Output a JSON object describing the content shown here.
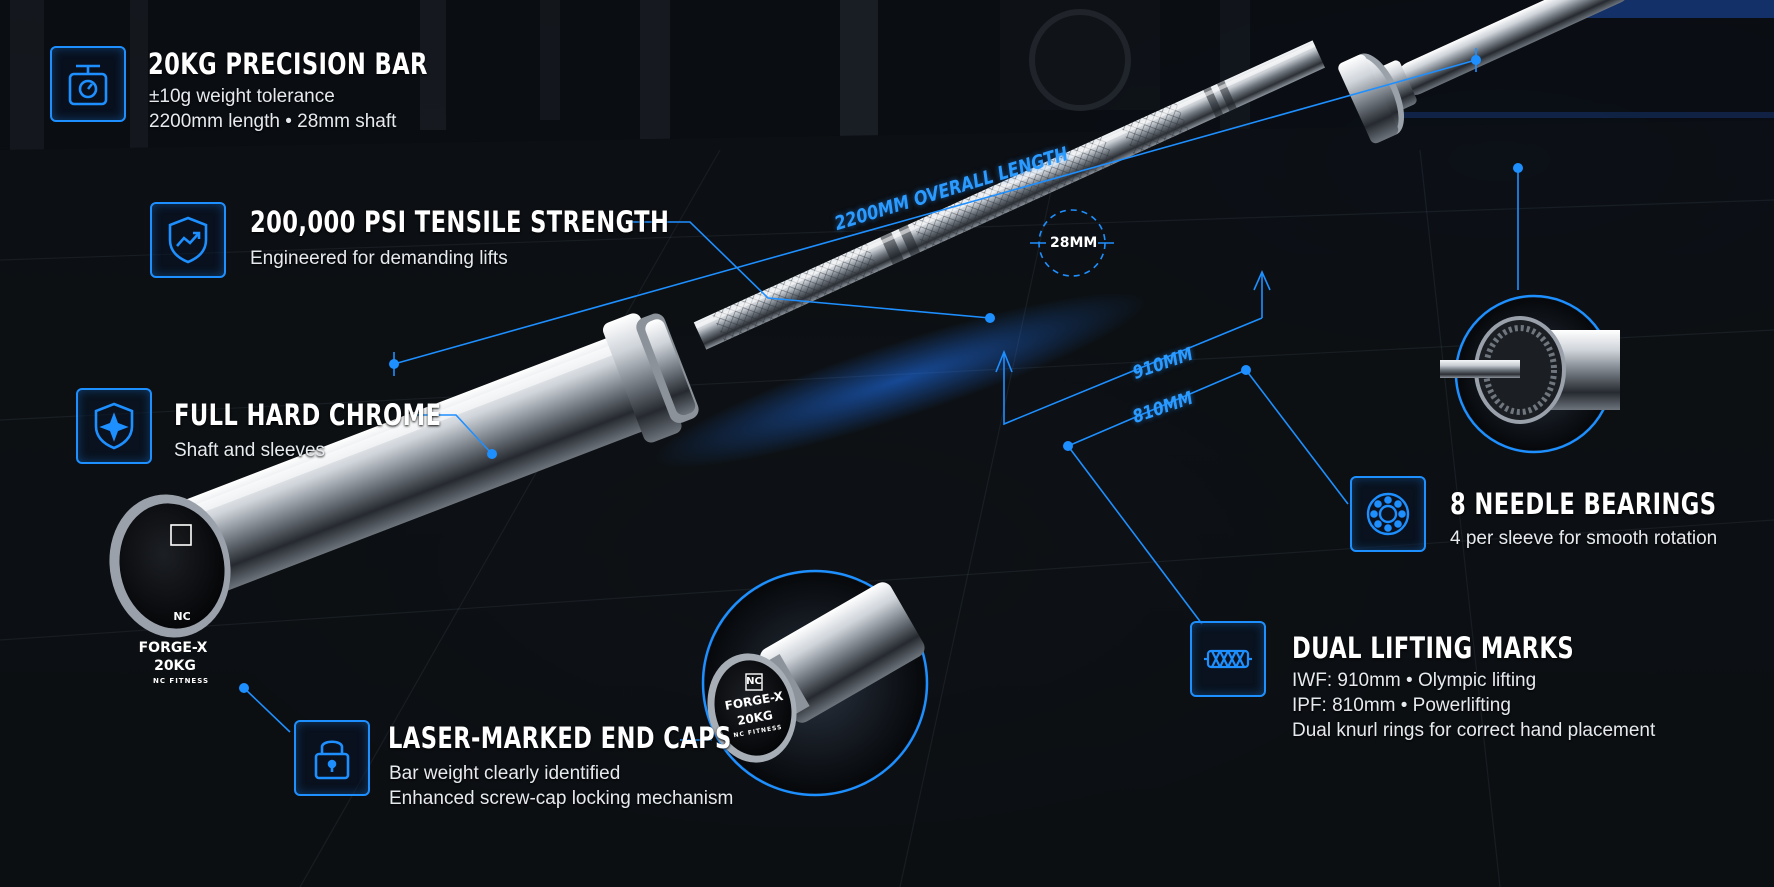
{
  "features": {
    "precision": {
      "title": "20KG PRECISION BAR",
      "lines": [
        "±10g weight tolerance",
        "2200mm length • 28mm shaft"
      ],
      "icon": "scale-icon"
    },
    "tensile": {
      "title": "200,000 PSI TENSILE STRENGTH",
      "lines": [
        "Engineered for demanding lifts"
      ],
      "icon": "shield-trend-icon"
    },
    "chrome": {
      "title": "FULL HARD CHROME",
      "lines": [
        "Shaft and sleeves"
      ],
      "icon": "shield-sparkle-icon"
    },
    "endcaps": {
      "title": "LASER-MARKED END CAPS",
      "lines": [
        "Bar weight clearly identified",
        "Enhanced screw-cap locking mechanism"
      ],
      "icon": "padlock-icon"
    },
    "bearings": {
      "title": "8 NEEDLE BEARINGS",
      "lines": [
        "4 per sleeve for smooth rotation"
      ],
      "icon": "bearing-icon"
    },
    "marks": {
      "title": "DUAL LIFTING MARKS",
      "lines": [
        "IWF: 910mm • Olympic lifting",
        "IPF: 810mm • Powerlifting",
        "Dual knurl rings for correct hand placement"
      ],
      "icon": "knurl-icon"
    }
  },
  "dimensions": {
    "overall_length": "2200MM OVERALL LENGTH",
    "shaft_diameter": "28MM",
    "iwf_mark": "910MM",
    "ipf_mark": "810MM"
  },
  "end_cap": {
    "logo": "NC",
    "model": "FORGE-X",
    "weight": "20KG",
    "brand": "NC FITNESS"
  },
  "colors": {
    "accent": "#1e8fff",
    "background": "#07090c",
    "text": "#ffffff"
  }
}
